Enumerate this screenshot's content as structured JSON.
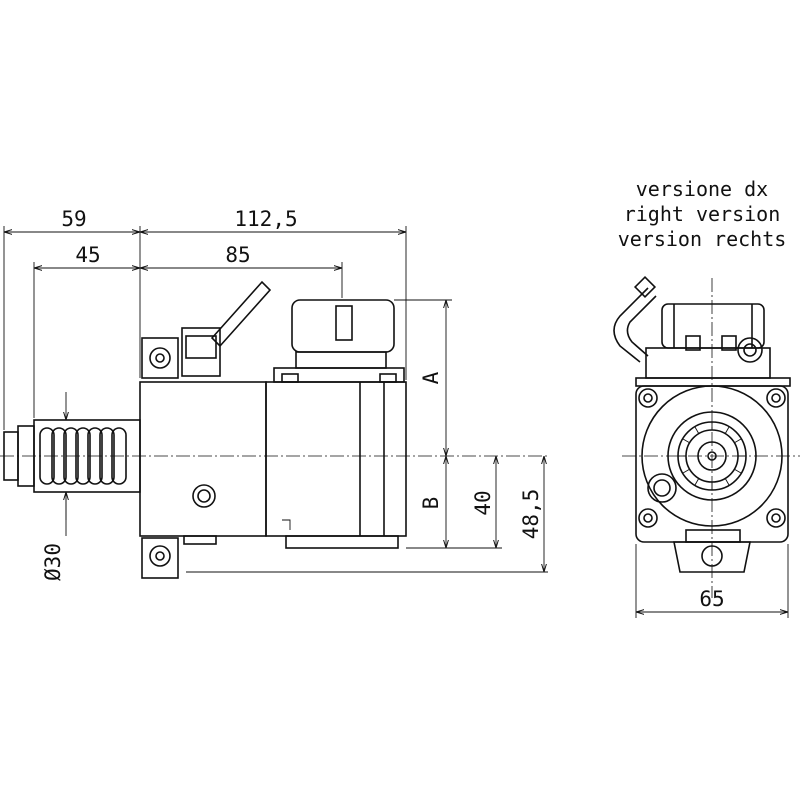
{
  "caption": {
    "line1": "versione dx",
    "line2": "right version",
    "line3": "version rechts"
  },
  "dimensions": {
    "d59": "59",
    "d112": "112,5",
    "d45": "45",
    "d85": "85",
    "dA": "A",
    "dB": "B",
    "d40": "40",
    "d48": "48,5",
    "d30": "Ø30",
    "d65": "65"
  }
}
